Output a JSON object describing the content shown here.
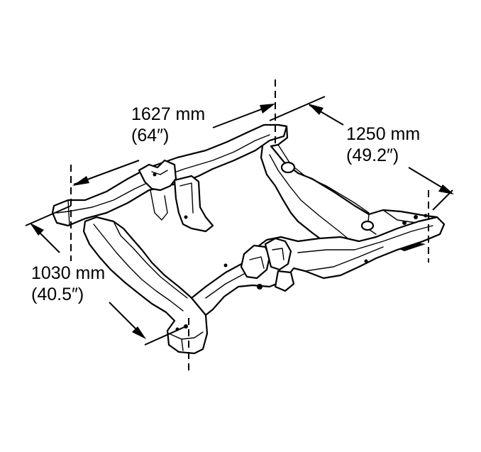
{
  "dimensions": {
    "rear_width": {
      "metric": "1627 mm",
      "imperial": "(64″)"
    },
    "side_length": {
      "metric": "1250 mm",
      "imperial": "(49.2″)"
    },
    "front_width": {
      "metric": "1030 mm",
      "imperial": "(40.5″)"
    }
  },
  "colors": {
    "ink": "#000000",
    "background": "#ffffff"
  }
}
